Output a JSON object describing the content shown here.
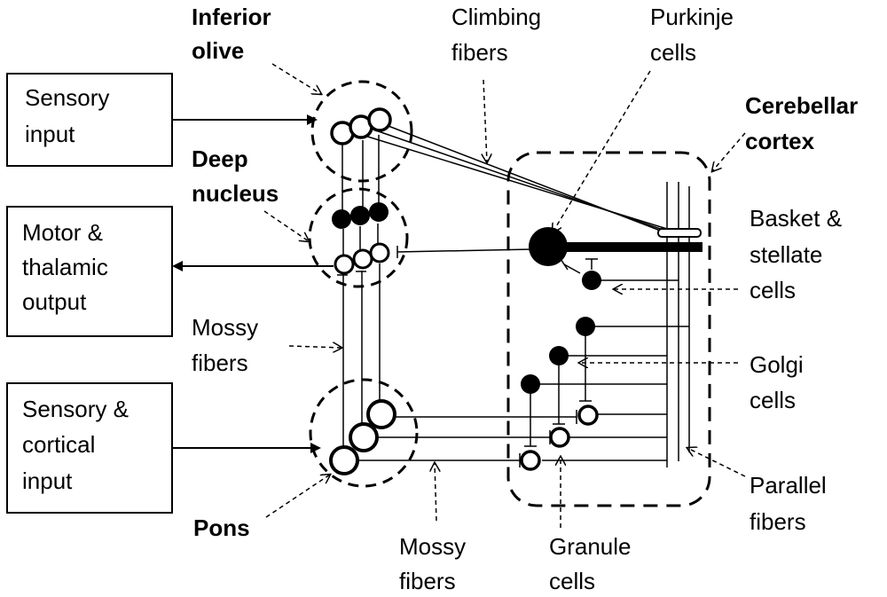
{
  "boxes": {
    "sensory_input": [
      "Sensory",
      "input"
    ],
    "motor_output": [
      "Motor &",
      "thalamic",
      "output"
    ],
    "sensory_cortical_input": [
      "Sensory &",
      "cortical",
      "input"
    ]
  },
  "regions": {
    "inferior_olive": [
      "Inferior",
      "olive"
    ],
    "deep_nucleus": [
      "Deep",
      "nucleus"
    ],
    "pons": "Pons",
    "cerebellar_cortex": [
      "Cerebellar",
      "cortex"
    ]
  },
  "labels": {
    "climbing_fibers": [
      "Climbing",
      "fibers"
    ],
    "purkinje_cells": [
      "Purkinje",
      "cells"
    ],
    "basket_stellate_cells": [
      "Basket &",
      "stellate",
      "cells"
    ],
    "golgi_cells": [
      "Golgi",
      "cells"
    ],
    "parallel_fibers": [
      "Parallel",
      "fibers"
    ],
    "mossy_fibers_left": [
      "Mossy",
      "fibers"
    ],
    "mossy_fibers_bottom": [
      "Mossy",
      "fibers"
    ],
    "granule_cells": [
      "Granule",
      "cells"
    ]
  }
}
